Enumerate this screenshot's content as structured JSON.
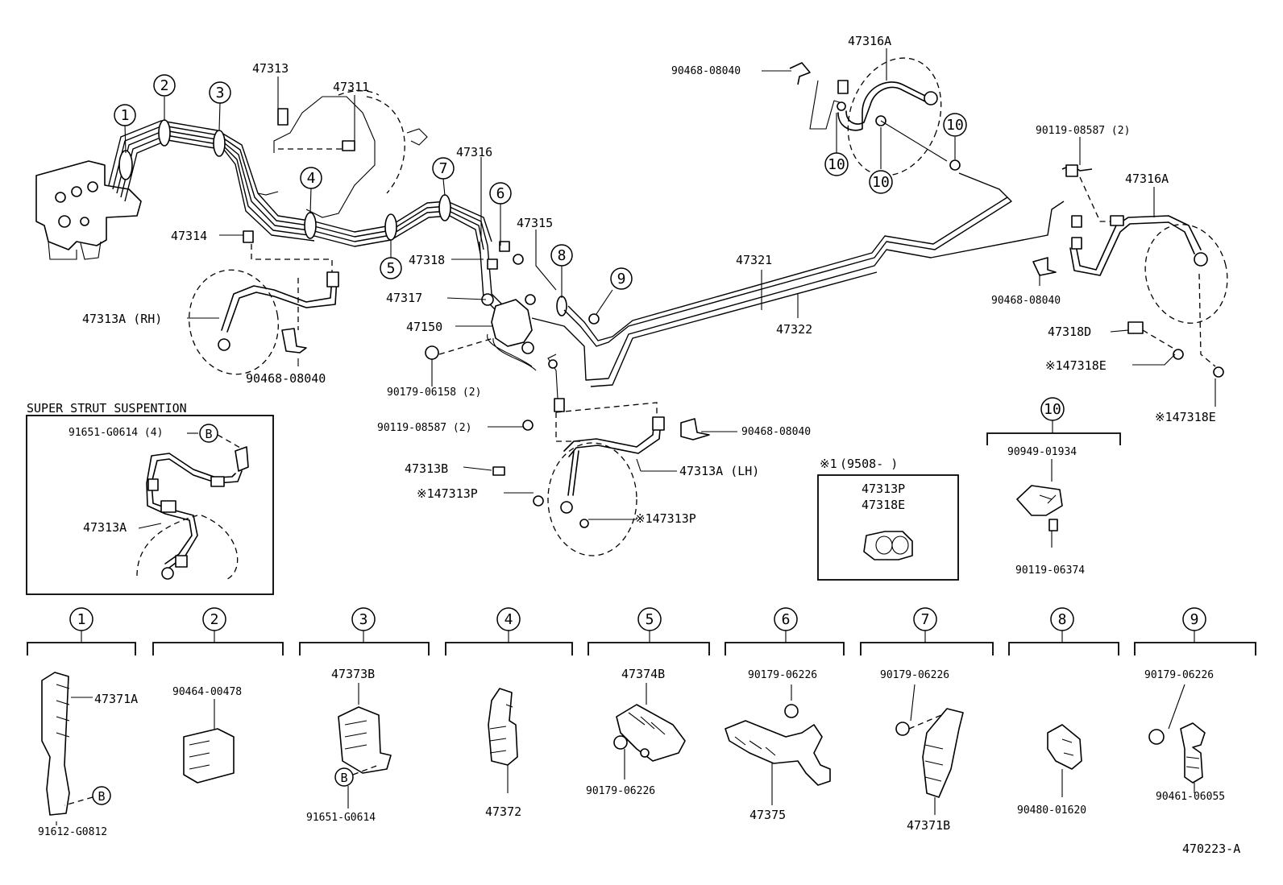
{
  "diagram_id": "470223-A",
  "section_title": "SUPER STRUT SUSPENTION",
  "note": {
    "mark": "※1",
    "range": "(9508-      )",
    "parts": [
      "47313P",
      "47318E"
    ]
  },
  "callouts": [
    "1",
    "2",
    "3",
    "4",
    "5",
    "6",
    "7",
    "8",
    "9",
    "10"
  ],
  "marker_b": "B",
  "parts": {
    "p47313": "47313",
    "p47311": "47311",
    "p47314": "47314",
    "p47313A_RH": "47313A (RH)",
    "p90468_08040_a": "90468-08040",
    "p47316": "47316",
    "p47315": "47315",
    "p47318": "47318",
    "p47317": "47317",
    "p47150": "47150",
    "p90179_06158": "90179-06158 (2)",
    "p47321": "47321",
    "p47322": "47322",
    "p47316A_a": "47316A",
    "p90468_08040_b": "90468-08040",
    "p90119_08587_a": "90119-08587 (2)",
    "p47316A_b": "47316A",
    "p90468_08040_c": "90468-08040",
    "p47318D": "47318D",
    "p147318E_a": "※147318E",
    "p147318E_b": "※147318E",
    "p90119_08587_b": "90119-08587 (2)",
    "p90468_08040_d": "90468-08040",
    "p47313B": "47313B",
    "p147313P_a": "※147313P",
    "p47313A_LH": "47313A (LH)",
    "p147313P_b": "※147313P",
    "p91651_G0614_4": "91651-G0614 (4)",
    "p47313A": "47313A",
    "p90949_01934": "90949-01934",
    "p90119_06374": "90119-06374",
    "p47371A": "47371A",
    "p91612_G0812": "91612-G0812",
    "p90464_00478": "90464-00478",
    "p47373B": "47373B",
    "p91651_G0614": "91651-G0614",
    "p47372": "47372",
    "p47374B": "47374B",
    "p90179_06226_a": "90179-06226",
    "p90179_06226_b": "90179-06226",
    "p47375": "47375",
    "p90179_06226_c": "90179-06226",
    "p47371B": "47371B",
    "p90480_01620": "90480-01620",
    "p90179_06226_d": "90179-06226",
    "p90461_06055": "90461-06055"
  }
}
